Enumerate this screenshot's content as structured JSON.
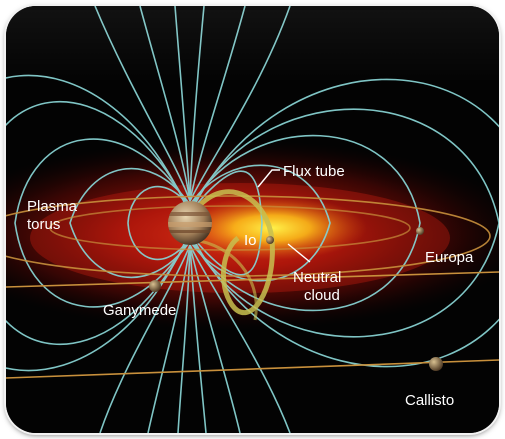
{
  "labels": {
    "plasma_torus_line1": "Plasma",
    "plasma_torus_line2": "torus",
    "flux_tube": "Flux tube",
    "io": "Io",
    "neutral_cloud_line1": "Neutral",
    "neutral_cloud_line2": "cloud",
    "europa": "Europa",
    "ganymede": "Ganymede",
    "callisto": "Callisto"
  },
  "colors": {
    "field_lines": "#86d0d0",
    "orbit_lines": "#c8903c",
    "torus": "#c0150a",
    "neutral_cloud": "#ffd21a",
    "flux_tube": "#c8c050",
    "background": "#030303"
  }
}
